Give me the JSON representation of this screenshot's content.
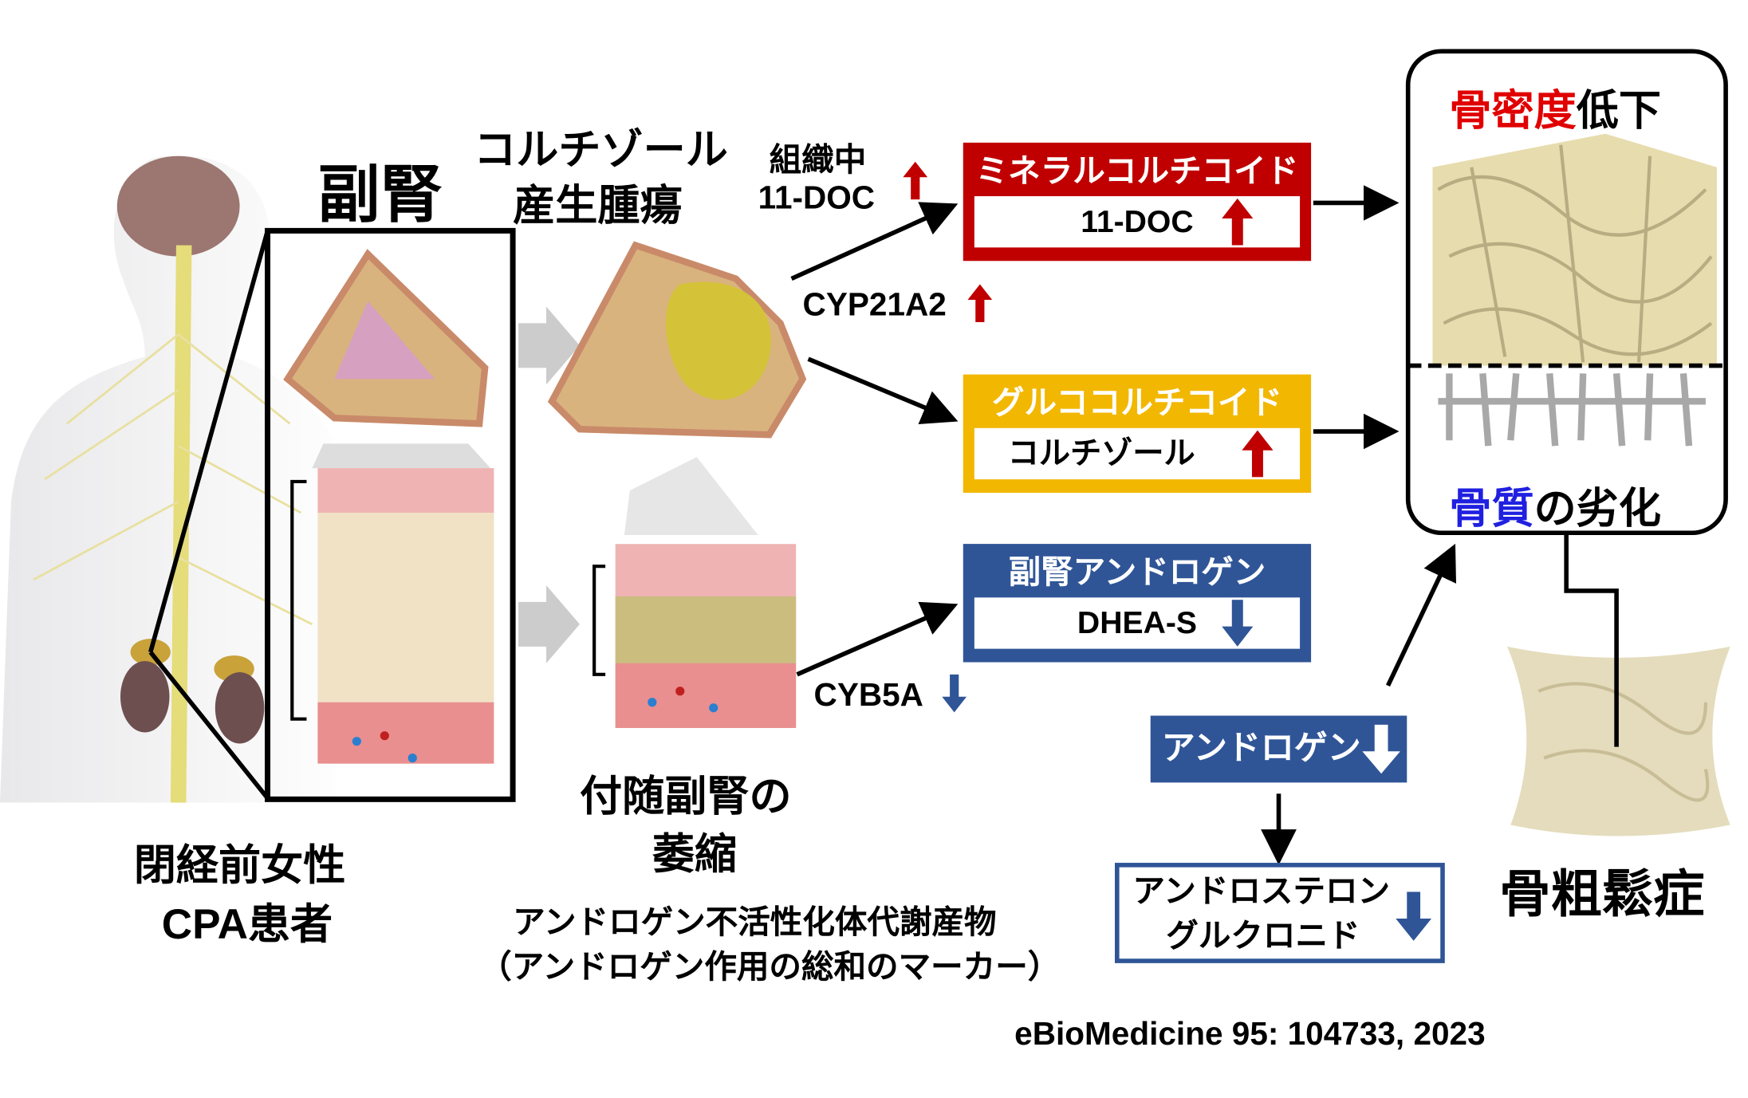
{
  "left": {
    "patient_line1": "閉経前女性",
    "patient_line2": "CPA患者"
  },
  "adrenal_title": "副腎",
  "tumor": {
    "line1": "コルチゾール",
    "line2": "産生腫瘍"
  },
  "tissue": {
    "line1": "組織中",
    "line2": "11-DOC"
  },
  "enzymes": {
    "cyp21a2": "CYP21A2",
    "cyb5a": "CYB5A"
  },
  "atrophy": {
    "line1": "付随副腎の",
    "line2": "萎縮"
  },
  "marker_note": {
    "line1": "アンドロゲン不活性化体代謝産物",
    "line2": "（アンドロゲン作用の総和のマーカー）"
  },
  "boxes": {
    "mineralocorticoid": {
      "header": "ミネラルコルチコイド",
      "value": "11-DOC",
      "color": "#c00000",
      "direction": "up"
    },
    "glucocorticoid": {
      "header": "グルココルチコイド",
      "value": "コルチゾール",
      "color": "#f2b700",
      "direction": "up"
    },
    "adrenal_androgen": {
      "header": "副腎アンドロゲン",
      "value": "DHEA-S",
      "color": "#2f5597",
      "direction": "down"
    },
    "androgen": {
      "label": "アンドロゲン",
      "color": "#2f5597",
      "direction": "down"
    },
    "androsterone": {
      "line1": "アンドロステロン",
      "line2": "グルクロニド",
      "direction": "down"
    }
  },
  "bone": {
    "top_red": "骨密度",
    "top_black": "低下",
    "bottom_blue": "骨質",
    "bottom_black": "の劣化",
    "disease": "骨粗鬆症"
  },
  "citation": "eBioMedicine 95: 104733, 2023"
}
